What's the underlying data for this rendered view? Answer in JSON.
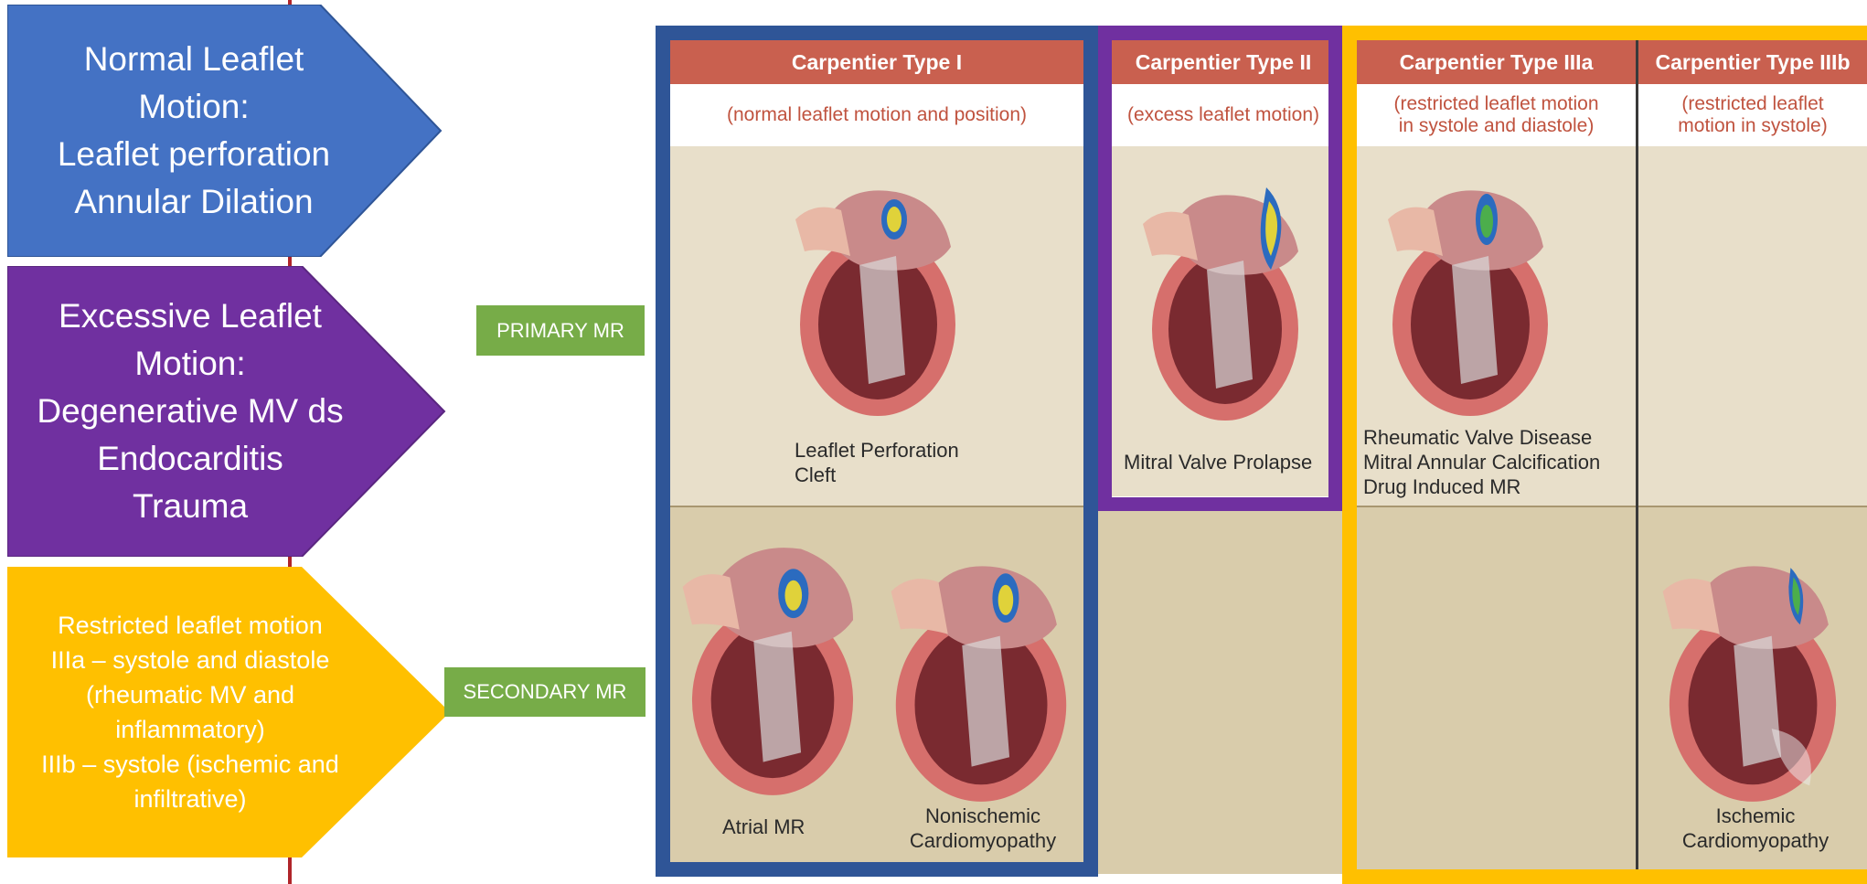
{
  "left_arrows": [
    {
      "lines": [
        "Normal Leaflet",
        "Motion:",
        "Leaflet perforation",
        "Annular Dilation"
      ],
      "color": "#4472c4"
    },
    {
      "lines": [
        "Excessive Leaflet",
        "Motion:",
        "Degenerative MV ds",
        "Endocarditis",
        "Trauma"
      ],
      "color": "#7030a0"
    },
    {
      "lines": [
        "Restricted leaflet motion",
        "IIIa – systole and diastole",
        "(rheumatic MV and",
        "inflammatory)",
        "IIIb – systole (ischemic and",
        "infiltrative)"
      ],
      "color": "#ffc000"
    }
  ],
  "tags": {
    "primary": "PRIMARY MR",
    "secondary": "SECONDARY MR"
  },
  "columns": [
    {
      "header": "Carpentier Type I",
      "sub": [
        "(normal leaflet motion and position)"
      ]
    },
    {
      "header": "Carpentier Type II",
      "sub": [
        "(excess leaflet motion)"
      ]
    },
    {
      "header": "Carpentier Type IIIa",
      "sub": [
        "(restricted leaflet motion",
        "in systole and diastole)"
      ]
    },
    {
      "header": "Carpentier Type IIIb",
      "sub": [
        "(restricted leaflet",
        "motion in systole)"
      ]
    }
  ],
  "primary_labels": {
    "type1": [
      "Leaflet Perforation",
      "Cleft"
    ],
    "type2": [
      "Mitral Valve Prolapse"
    ],
    "type3a": [
      "Rheumatic Valve Disease",
      "Mitral Annular Calcification",
      "Drug Induced MR"
    ]
  },
  "secondary_labels": {
    "atrial": [
      "Atrial MR"
    ],
    "nonischemic": [
      "Nonischemic",
      "Cardiomyopathy"
    ],
    "ischemic": [
      "Ischemic",
      "Cardiomyopathy"
    ]
  },
  "colors": {
    "blue_border": "#2f5597",
    "purple_border": "#7030a0",
    "yellow_border": "#ffc000",
    "header_red": "#c9604f",
    "primary_bg": "#e8dfca",
    "secondary_bg": "#d9ccab",
    "tag_green": "#77ac48",
    "timeline_red": "#b0252a"
  },
  "icons": [
    "heart-illustration"
  ]
}
